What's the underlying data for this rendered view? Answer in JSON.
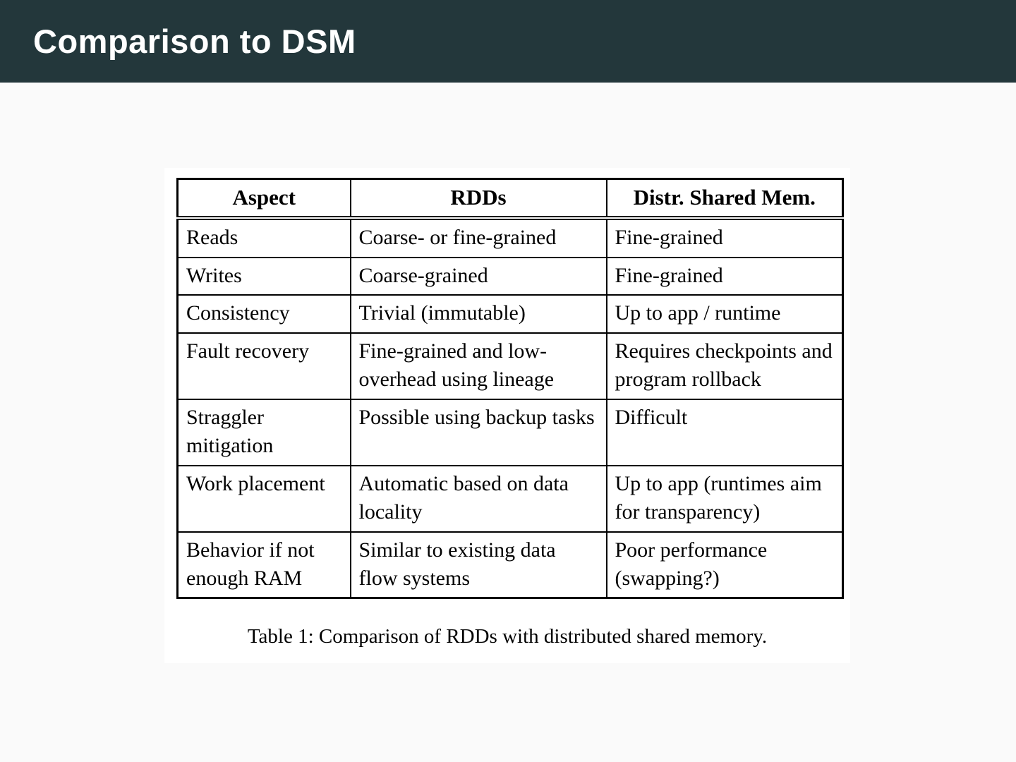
{
  "slide": {
    "title": "Comparison to DSM",
    "colors": {
      "header_bg": "#23373b",
      "slide_bg": "#fafafa",
      "figure_bg": "#ffffff",
      "title_text": "#ffffff",
      "table_border": "#000000",
      "table_text": "#000000"
    }
  },
  "table": {
    "caption": "Table 1: Comparison of RDDs with distributed shared memory.",
    "columns": [
      "Aspect",
      "RDDs",
      "Distr. Shared Mem."
    ],
    "rows": [
      [
        "Reads",
        "Coarse- or fine-grained",
        "Fine-grained"
      ],
      [
        "Writes",
        "Coarse-grained",
        "Fine-grained"
      ],
      [
        "Consistency",
        "Trivial (immutable)",
        "Up to app / runtime"
      ],
      [
        "Fault recovery",
        "Fine-grained and low-overhead using lineage",
        "Requires checkpoints and program rollback"
      ],
      [
        "Straggler mitigation",
        "Possible using backup tasks",
        "Difficult"
      ],
      [
        "Work placement",
        "Automatic based on data locality",
        "Up to app (runtimes aim for transparency)"
      ],
      [
        "Behavior if not enough RAM",
        "Similar to existing data flow systems",
        "Poor performance (swapping?)"
      ]
    ]
  }
}
